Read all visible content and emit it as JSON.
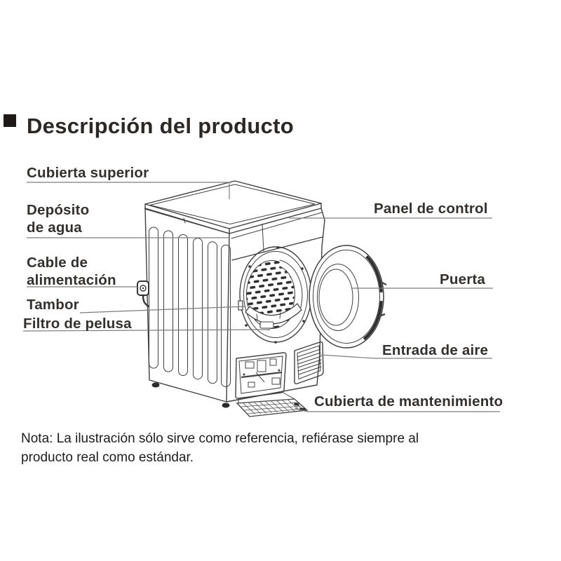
{
  "title": {
    "text": "Descripción del producto",
    "bullet_color": "#1f1a17"
  },
  "callouts": [
    {
      "id": "cubierta-superior",
      "lines": [
        "Cubierta superior"
      ]
    },
    {
      "id": "deposito-de-agua",
      "lines": [
        "Depósito",
        "de agua"
      ]
    },
    {
      "id": "cable-de-alimentacion",
      "lines": [
        "Cable de",
        "alimentación"
      ]
    },
    {
      "id": "tambor",
      "lines": [
        "Tambor"
      ]
    },
    {
      "id": "filtro-de-pelusa",
      "lines": [
        "Filtro de pelusa"
      ]
    },
    {
      "id": "panel-de-control",
      "lines": [
        "Panel de control"
      ]
    },
    {
      "id": "puerta",
      "lines": [
        "Puerta"
      ]
    },
    {
      "id": "entrada-de-aire",
      "lines": [
        "Entrada de aire"
      ]
    },
    {
      "id": "cubierta-de-mantenimiento",
      "lines": [
        "Cubierta de mantenimiento"
      ]
    }
  ],
  "note": {
    "lines": [
      "Nota: La ilustración sólo sirve como referencia, refiérase siempre al",
      "producto real como estándar."
    ]
  },
  "illustration": {
    "subject": "secadora (tumble dryer) line drawing, door open",
    "line_color": "#3f3f3f",
    "leader_color": "#7d7d7d"
  }
}
